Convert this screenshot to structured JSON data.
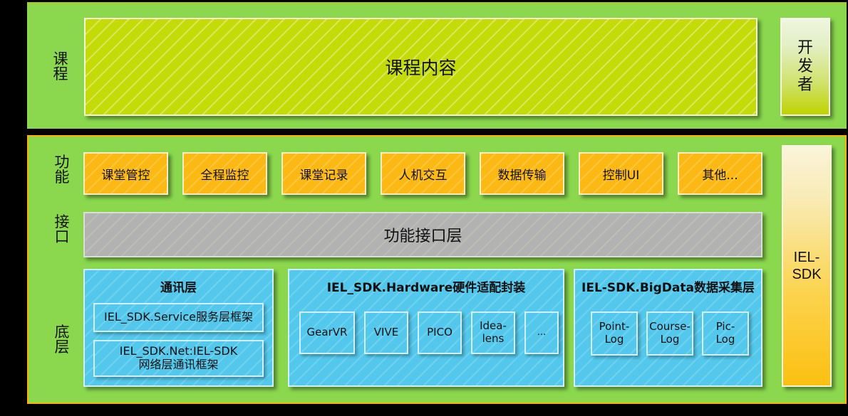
{
  "diagram": {
    "title_implicit": "IEL-SDK 分层框构图",
    "colors": {
      "panel_green": "#8BD84E",
      "course_olive": "#C5DB08",
      "function_orange": "#FCB813",
      "interface_gray": "#B2B2B2",
      "base_blue": "#54C8EC",
      "sdk_gold": "#FBC011",
      "panel_border_orange": "#FBB004",
      "background": "#000000"
    }
  },
  "course_layer": {
    "row_label": "课程",
    "content_box": "课程内容",
    "developer_box": "开发者"
  },
  "function_layer": {
    "row_label": "功能",
    "boxes": [
      "课堂管控",
      "全程监控",
      "课堂记录",
      "人机交互",
      "数据传输",
      "控制UI",
      "其他..."
    ]
  },
  "interface_layer": {
    "row_label": "接口",
    "bar_label": "功能接口层"
  },
  "base_layer": {
    "row_label": "底层",
    "groups": [
      {
        "title": "通讯层",
        "items": [
          {
            "line1": "IEL_SDK.Service服务层框架",
            "line2": ""
          },
          {
            "line1": "IEL_SDK.Net:IEL-SDK",
            "line2": "网络层通讯框架"
          }
        ]
      },
      {
        "title": "IEL_SDK.Hardware硬件适配封装",
        "items": [
          {
            "line1": "GearVR",
            "line2": ""
          },
          {
            "line1": "VIVE",
            "line2": ""
          },
          {
            "line1": "PICO",
            "line2": ""
          },
          {
            "line1": "Idea-",
            "line2": "lens"
          },
          {
            "line1": "...",
            "line2": ""
          }
        ]
      },
      {
        "title": "IEL-SDK.BigData数据采集层",
        "items": [
          {
            "line1": "Point-",
            "line2": "Log"
          },
          {
            "line1": "Course-",
            "line2": "Log"
          },
          {
            "line1": "Pic-",
            "line2": "Log"
          }
        ]
      }
    ]
  },
  "sdk_bar": {
    "line1": "IEL-",
    "line2": "SDK"
  }
}
